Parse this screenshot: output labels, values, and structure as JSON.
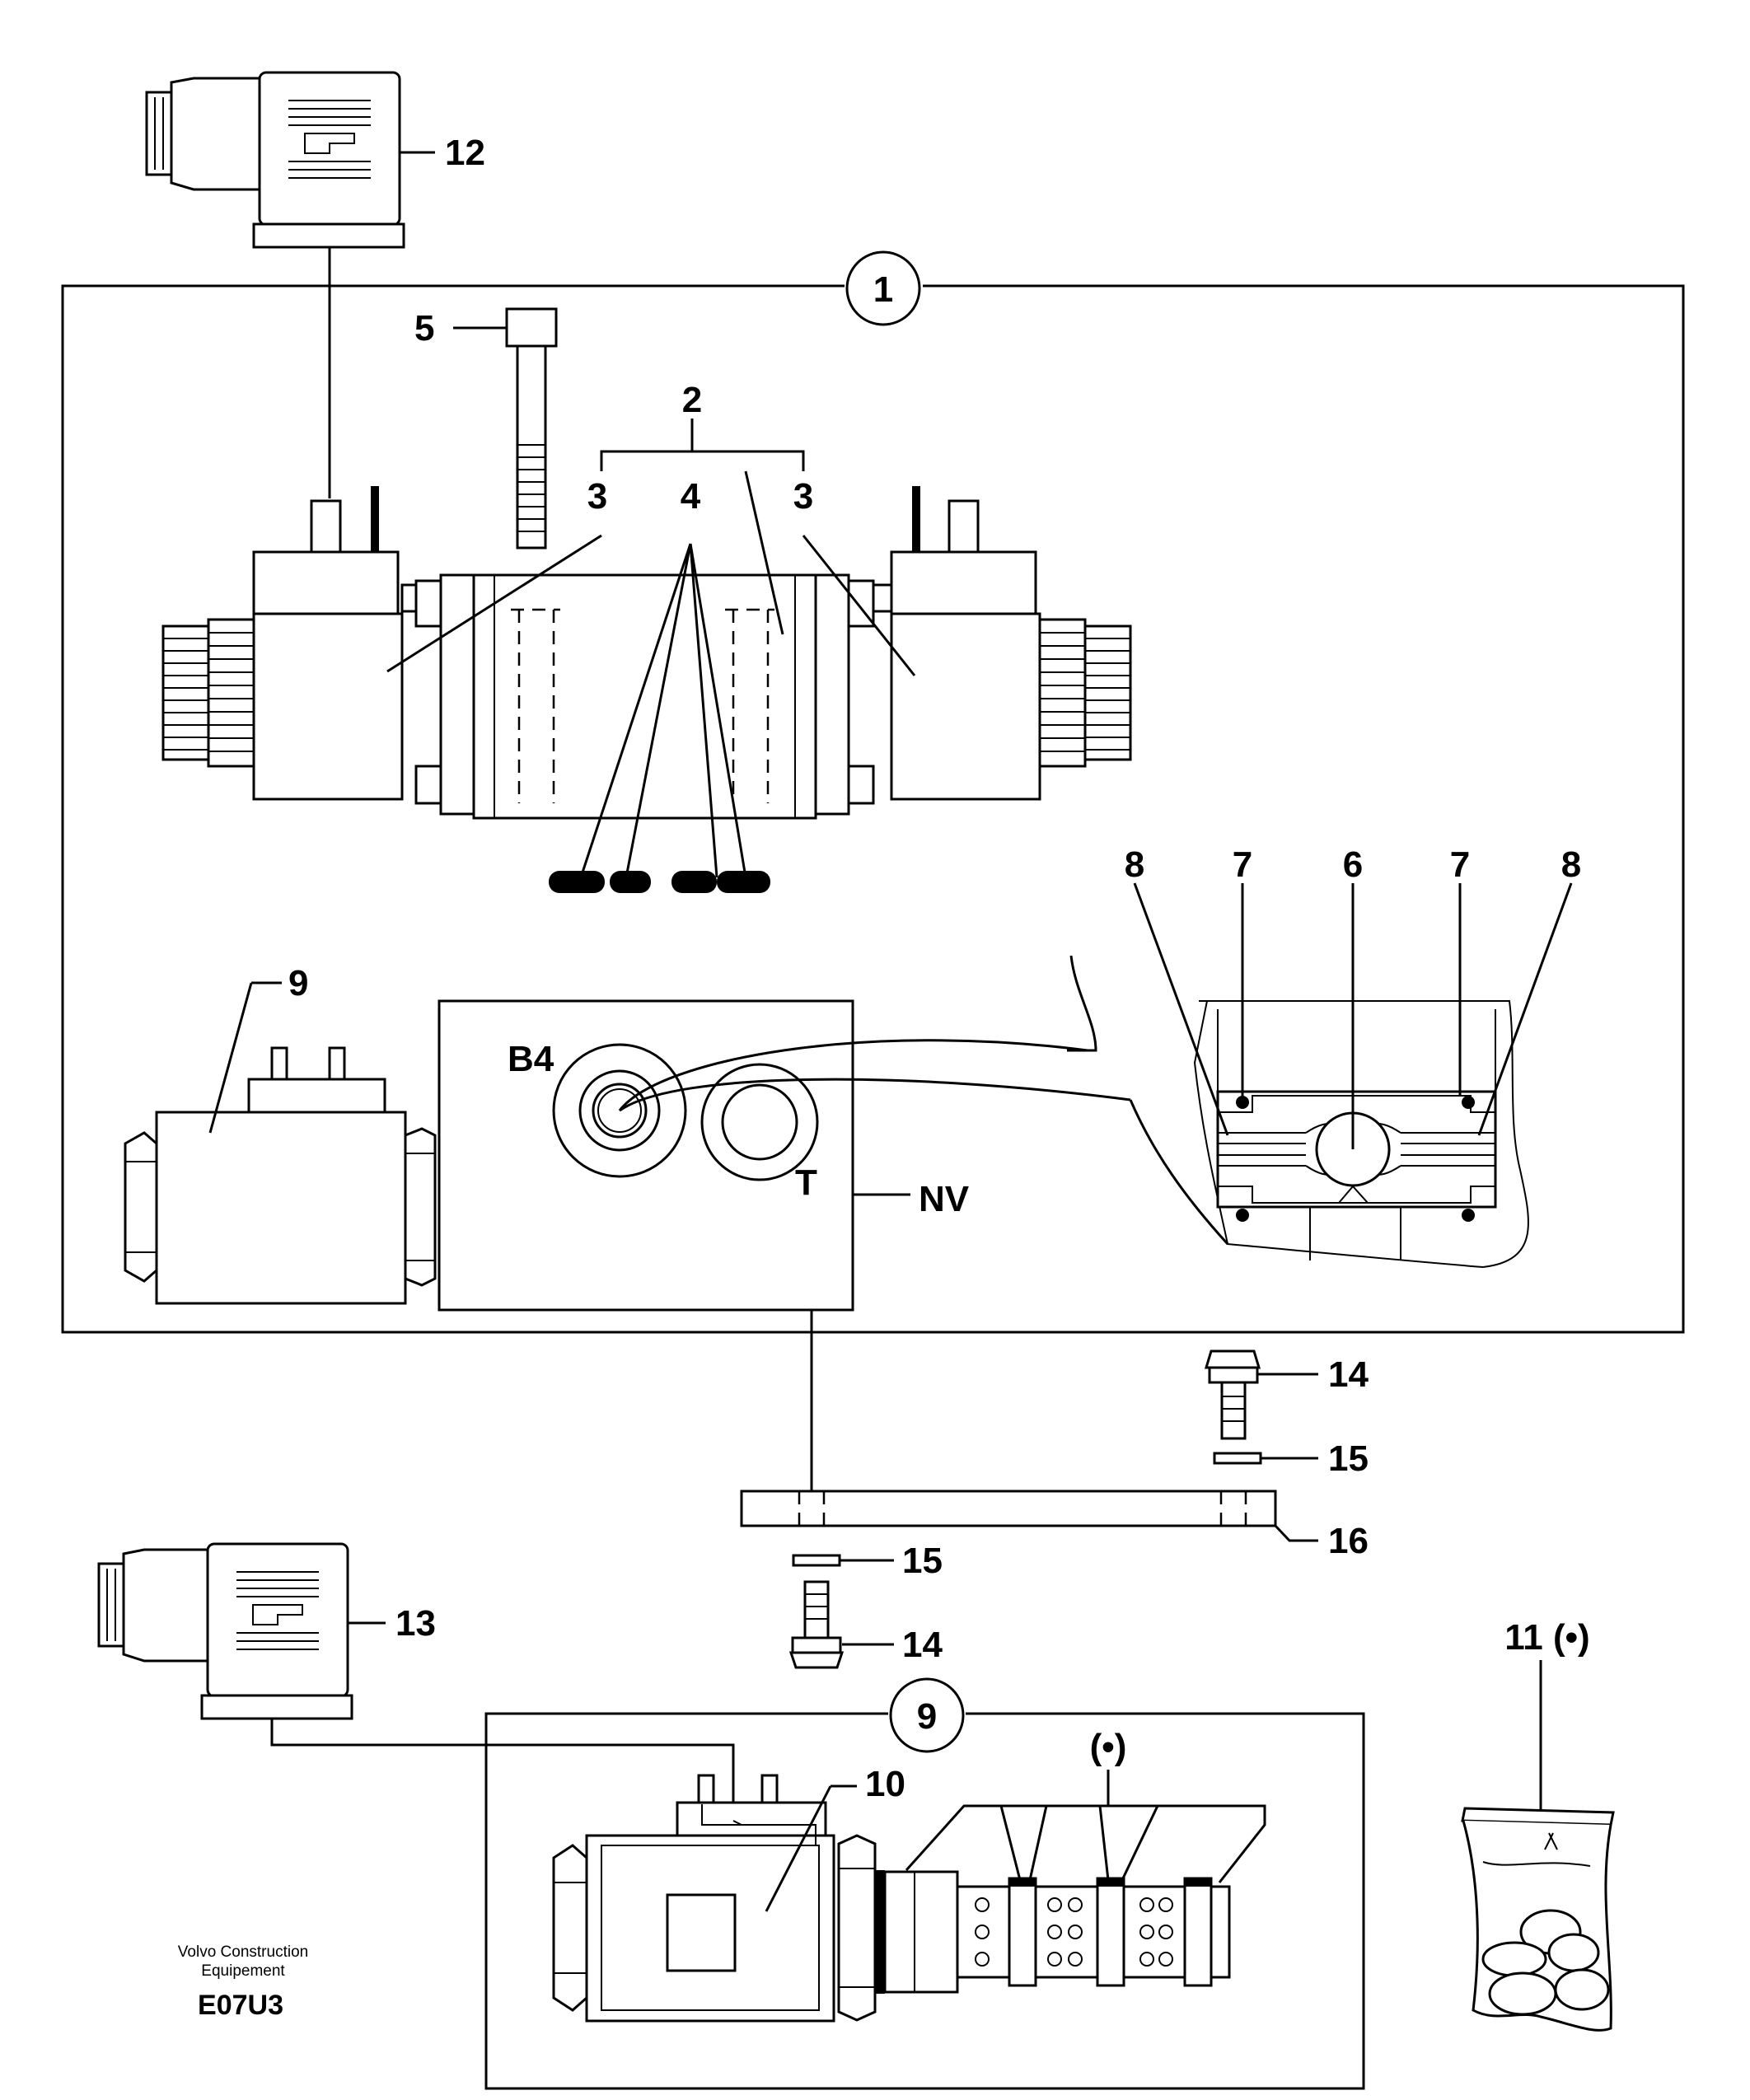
{
  "labels": {
    "l1": "1",
    "l2": "2",
    "l3a": "3",
    "l3b": "3",
    "l4": "4",
    "l5": "5",
    "l6": "6",
    "l7a": "7",
    "l7b": "7",
    "l8a": "8",
    "l8b": "8",
    "l9a": "9",
    "l9b": "9",
    "l10": "10",
    "l11": "11 (•)",
    "l12": "12",
    "l13": "13",
    "l14a": "14",
    "l14b": "14",
    "l15a": "15",
    "l15b": "15",
    "l16": "16",
    "dot": "(•)",
    "b4": "B4",
    "t": "T",
    "nv": "NV"
  },
  "footer": {
    "maker_line1": "Volvo Construction",
    "maker_line2": "Equipement",
    "code": "E07U3"
  }
}
